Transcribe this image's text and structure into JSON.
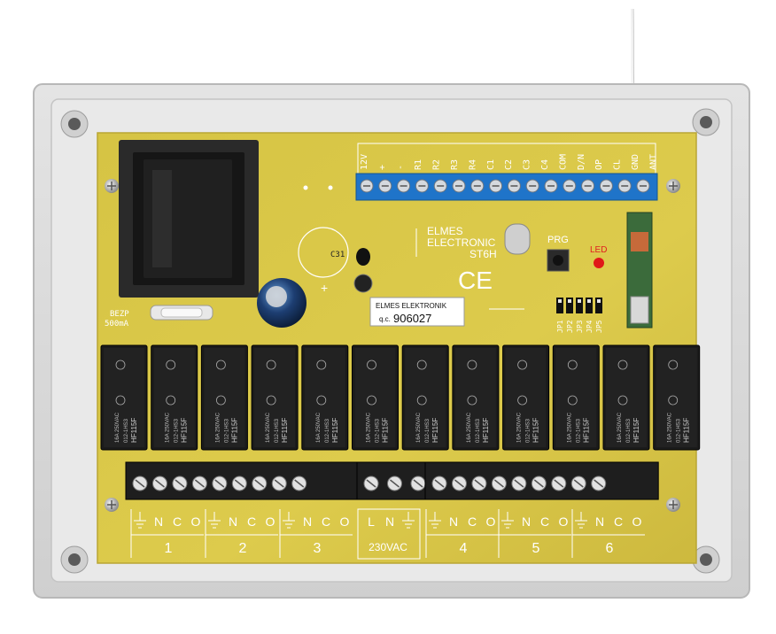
{
  "board": {
    "brand_line1": "ELMES",
    "brand_line2": "ELECTRONIC",
    "model": "ST6H",
    "ce_mark": "CE",
    "prg_label": "PRG",
    "led_label": "LED",
    "cap_label": "C31",
    "fuse_label_1": "BEZP",
    "fuse_label_2": "500mA",
    "jumper_labels": [
      "JP1",
      "JP2",
      "JP3",
      "JP4",
      "JP5"
    ],
    "sticker_brand": "ELMES ELEKTRONIK",
    "sticker_qc": "q.c.",
    "sticker_serial": "906027",
    "top_terminal_labels": [
      "12V",
      "+",
      "-",
      "R1",
      "R2",
      "R3",
      "R4",
      "C1",
      "C2",
      "C3",
      "C4",
      "COM",
      "D/N",
      "OP",
      "CL",
      "GND",
      "ANT"
    ]
  },
  "relay": {
    "model": "HF115F",
    "code": "012-1HS3",
    "rating": "16A 250VAC",
    "count": 12
  },
  "bottom_terminals": {
    "group_letters": [
      "N",
      "C",
      "O"
    ],
    "group_numbers": [
      "1",
      "2",
      "3",
      "4",
      "5",
      "6"
    ],
    "mains_letters": [
      "L",
      "N"
    ],
    "mains_label": "230VAC"
  },
  "colors": {
    "pcb": "#d8c648",
    "pcb_edge": "#c7b43a",
    "case": "#d9d9d9",
    "case_dark": "#bdbdbd",
    "terminal_blue": "#1f74c9",
    "relay_black": "#1b1b1b",
    "silkscreen": "#ffffff",
    "led_red": "#e01818"
  }
}
